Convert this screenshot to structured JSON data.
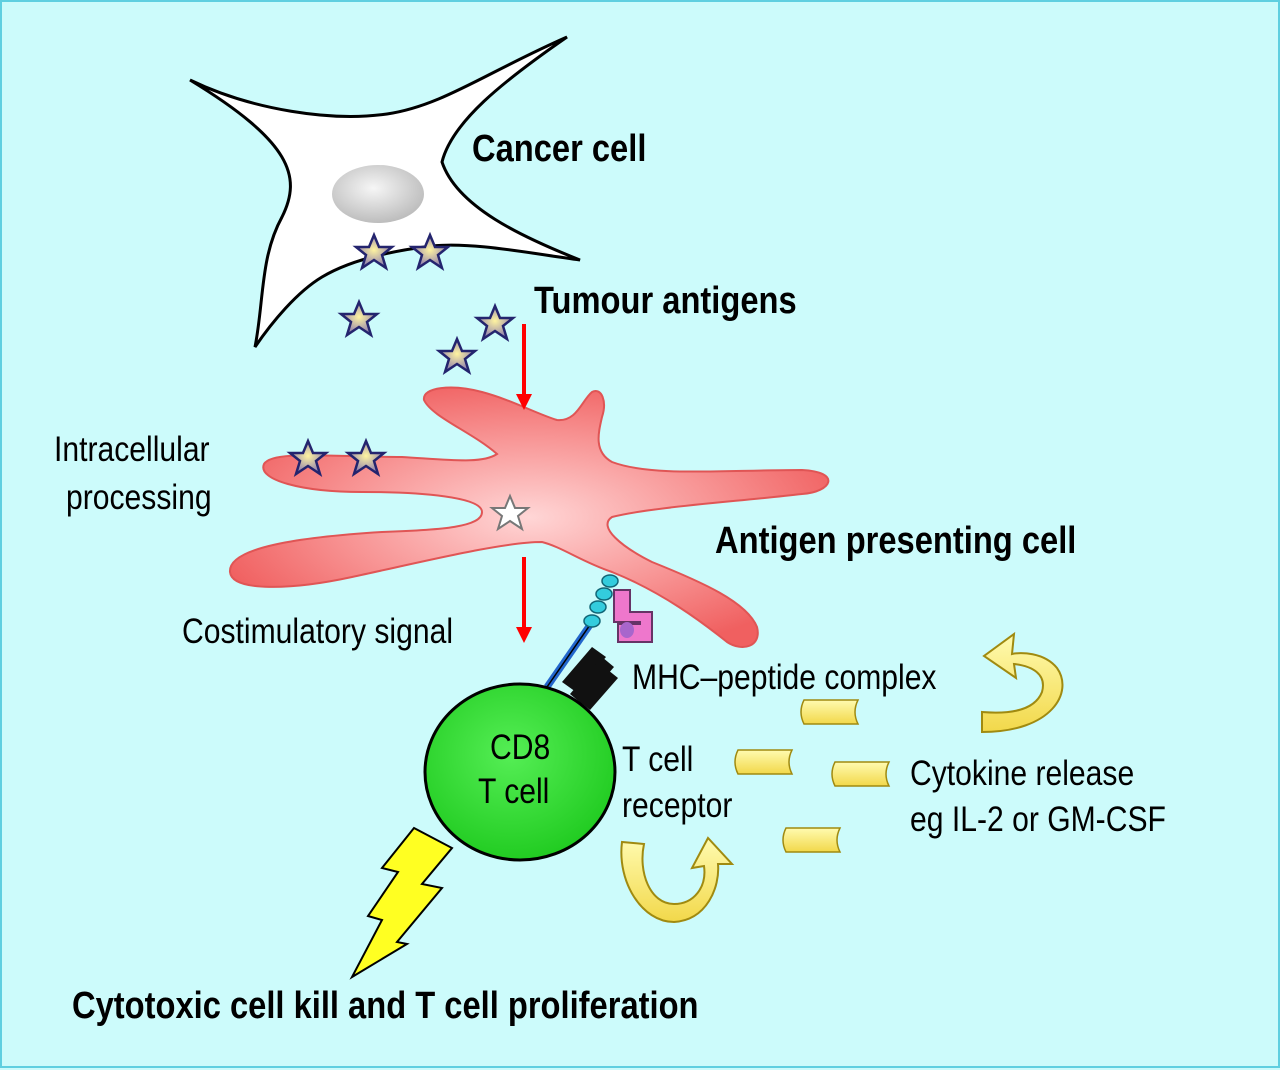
{
  "labels": {
    "cancer_cell": "Cancer cell",
    "tumour_antigens": "Tumour antigens",
    "intracellular_processing_line1": "Intracellular",
    "intracellular_processing_line2": "processing",
    "antigen_presenting_cell": "Antigen presenting cell",
    "costimulatory_signal": "Costimulatory signal",
    "mhc_peptide_complex": "MHC–peptide complex",
    "cd8_line1": "CD8",
    "cd8_line2": "T cell",
    "t_cell_receptor_line1": "T cell",
    "t_cell_receptor_line2": "receptor",
    "cytokine_release_line1": "Cytokine release",
    "cytokine_release_line2": "eg IL-2 or GM-CSF",
    "outcome": "Cytotoxic cell kill and T cell proliferation"
  },
  "colors": {
    "background": "#ccfbfb",
    "border": "#5fcfe0",
    "cancer_cell": "#ffffff",
    "apc": "#f46b6b",
    "t_cell": "#33dd33",
    "arrow": "#ff0000",
    "star_fill": "#f2e36a",
    "star_outline": "#2a2a7a",
    "cytokine": "#ffee66",
    "lightning": "#ffff22",
    "mhc": "#ee77cc",
    "costim_beads": "#33ccdd"
  }
}
